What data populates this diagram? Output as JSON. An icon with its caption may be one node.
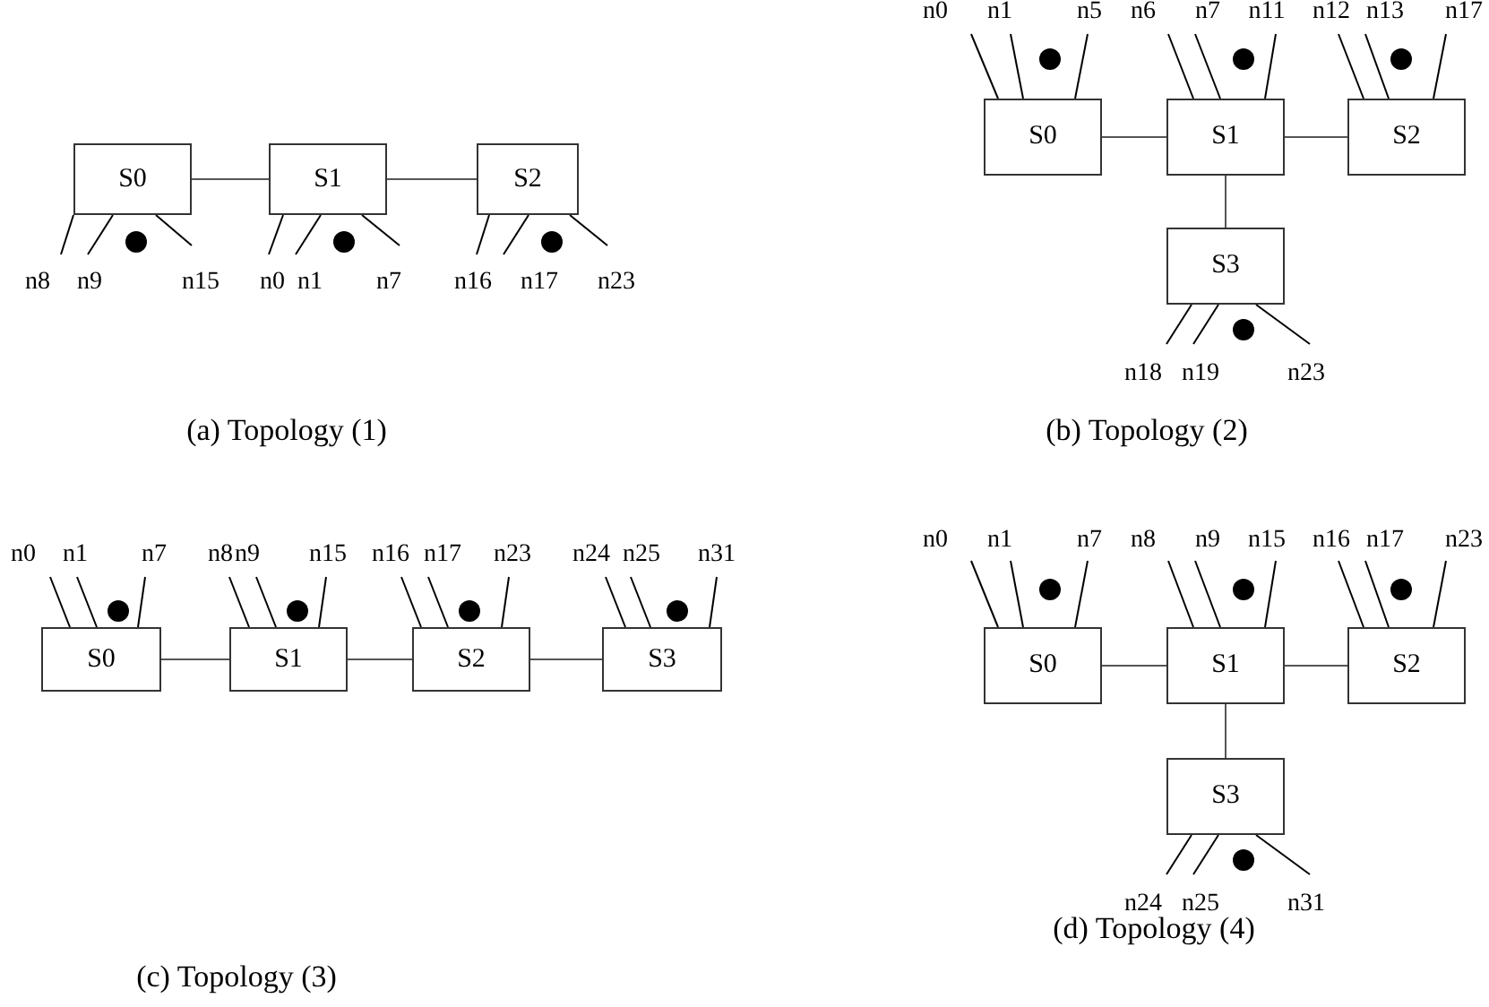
{
  "diagram": {
    "nodes": [
      {
        "text": [
          "S0"
        ]
      },
      {
        "text": [
          "S1"
        ]
      },
      {
        "text": [
          "S2"
        ]
      },
      {
        "text": [
          "n8"
        ]
      },
      {
        "text": [
          "n9"
        ]
      },
      {
        "text": [
          "n15"
        ]
      },
      {
        "text": [
          "n0"
        ]
      },
      {
        "text": [
          "n1"
        ]
      },
      {
        "text": [
          "n7"
        ]
      },
      {
        "text": [
          "n16"
        ]
      },
      {
        "text": [
          "n17"
        ]
      },
      {
        "text": [
          "n23"
        ]
      },
      {
        "text": [
          "S0"
        ]
      },
      {
        "text": [
          "S1"
        ]
      },
      {
        "text": [
          "S2"
        ]
      },
      {
        "text": [
          "S3"
        ]
      },
      {
        "text": [
          "n0"
        ]
      },
      {
        "text": [
          "n1"
        ]
      },
      {
        "text": [
          "n5"
        ]
      },
      {
        "text": [
          "n6"
        ]
      },
      {
        "text": [
          "n7"
        ]
      },
      {
        "text": [
          "n11"
        ]
      },
      {
        "text": [
          "n12"
        ]
      },
      {
        "text": [
          "n13"
        ]
      },
      {
        "text": [
          "n17"
        ]
      },
      {
        "text": [
          "n18"
        ]
      },
      {
        "text": [
          "n19"
        ]
      },
      {
        "text": [
          "n23"
        ]
      },
      {
        "text": [
          "S0"
        ]
      },
      {
        "text": [
          "S1"
        ]
      },
      {
        "text": [
          "S2"
        ]
      },
      {
        "text": [
          "S3"
        ]
      },
      {
        "text": [
          "n0"
        ]
      },
      {
        "text": [
          "n1"
        ]
      },
      {
        "text": [
          "n7"
        ]
      },
      {
        "text": [
          "n8"
        ]
      },
      {
        "text": [
          "n9"
        ]
      },
      {
        "text": [
          "n15"
        ]
      },
      {
        "text": [
          "n16"
        ]
      },
      {
        "text": [
          "n17"
        ]
      },
      {
        "text": [
          "n23"
        ]
      },
      {
        "text": [
          "n24"
        ]
      },
      {
        "text": [
          "n25"
        ]
      },
      {
        "text": [
          "n31"
        ]
      },
      {
        "text": [
          "S0"
        ]
      },
      {
        "text": [
          "S1"
        ]
      },
      {
        "text": [
          "S2"
        ]
      },
      {
        "text": [
          "S3"
        ]
      },
      {
        "text": [
          "n0"
        ]
      },
      {
        "text": [
          "n1"
        ]
      },
      {
        "text": [
          "n7"
        ]
      },
      {
        "text": [
          "n8"
        ]
      },
      {
        "text": [
          "n9"
        ]
      },
      {
        "text": [
          "n15"
        ]
      },
      {
        "text": [
          "n16"
        ]
      },
      {
        "text": [
          "n17"
        ]
      },
      {
        "text": [
          "n23"
        ]
      },
      {
        "text": [
          "n24"
        ]
      },
      {
        "text": [
          "n25"
        ]
      },
      {
        "text": [
          "n31"
        ]
      }
    ],
    "edges": [
      {
        "from": 0,
        "to": 1,
        "arrow": "none"
      },
      {
        "from": 1,
        "to": 2,
        "arrow": "none"
      },
      {
        "from": 3,
        "to": 0,
        "arrow": "none"
      },
      {
        "from": 4,
        "to": 0,
        "arrow": "none"
      },
      {
        "from": 5,
        "to": 0,
        "arrow": "none"
      },
      {
        "from": 6,
        "to": 1,
        "arrow": "none"
      },
      {
        "from": 7,
        "to": 1,
        "arrow": "none"
      },
      {
        "from": 8,
        "to": 1,
        "arrow": "none"
      },
      {
        "from": 9,
        "to": 2,
        "arrow": "none"
      },
      {
        "from": 10,
        "to": 2,
        "arrow": "none"
      },
      {
        "from": 11,
        "to": 2,
        "arrow": "none"
      },
      {
        "from": 12,
        "to": 13,
        "arrow": "none"
      },
      {
        "from": 13,
        "to": 14,
        "arrow": "none"
      },
      {
        "from": 13,
        "to": 15,
        "arrow": "none"
      },
      {
        "from": 16,
        "to": 12,
        "arrow": "none"
      },
      {
        "from": 17,
        "to": 12,
        "arrow": "none"
      },
      {
        "from": 18,
        "to": 12,
        "arrow": "none"
      },
      {
        "from": 19,
        "to": 13,
        "arrow": "none"
      },
      {
        "from": 20,
        "to": 13,
        "arrow": "none"
      },
      {
        "from": 21,
        "to": 13,
        "arrow": "none"
      },
      {
        "from": 22,
        "to": 14,
        "arrow": "none"
      },
      {
        "from": 23,
        "to": 14,
        "arrow": "none"
      },
      {
        "from": 24,
        "to": 14,
        "arrow": "none"
      },
      {
        "from": 25,
        "to": 15,
        "arrow": "none"
      },
      {
        "from": 26,
        "to": 15,
        "arrow": "none"
      },
      {
        "from": 27,
        "to": 15,
        "arrow": "none"
      },
      {
        "from": 28,
        "to": 29,
        "arrow": "none"
      },
      {
        "from": 29,
        "to": 30,
        "arrow": "none"
      },
      {
        "from": 30,
        "to": 31,
        "arrow": "none"
      },
      {
        "from": 32,
        "to": 28,
        "arrow": "none"
      },
      {
        "from": 33,
        "to": 28,
        "arrow": "none"
      },
      {
        "from": 34,
        "to": 28,
        "arrow": "none"
      },
      {
        "from": 35,
        "to": 29,
        "arrow": "none"
      },
      {
        "from": 36,
        "to": 29,
        "arrow": "none"
      },
      {
        "from": 37,
        "to": 29,
        "arrow": "none"
      },
      {
        "from": 38,
        "to": 30,
        "arrow": "none"
      },
      {
        "from": 39,
        "to": 30,
        "arrow": "none"
      },
      {
        "from": 40,
        "to": 30,
        "arrow": "none"
      },
      {
        "from": 41,
        "to": 31,
        "arrow": "none"
      },
      {
        "from": 42,
        "to": 31,
        "arrow": "none"
      },
      {
        "from": 43,
        "to": 31,
        "arrow": "none"
      },
      {
        "from": 44,
        "to": 45,
        "arrow": "none"
      },
      {
        "from": 45,
        "to": 46,
        "arrow": "none"
      },
      {
        "from": 45,
        "to": 47,
        "arrow": "none"
      },
      {
        "from": 48,
        "to": 44,
        "arrow": "none"
      },
      {
        "from": 49,
        "to": 44,
        "arrow": "none"
      },
      {
        "from": 50,
        "to": 44,
        "arrow": "none"
      },
      {
        "from": 51,
        "to": 45,
        "arrow": "none"
      },
      {
        "from": 52,
        "to": 45,
        "arrow": "none"
      },
      {
        "from": 53,
        "to": 45,
        "arrow": "none"
      },
      {
        "from": 54,
        "to": 46,
        "arrow": "none"
      },
      {
        "from": 55,
        "to": 46,
        "arrow": "none"
      },
      {
        "from": 56,
        "to": 46,
        "arrow": "none"
      },
      {
        "from": 57,
        "to": 47,
        "arrow": "none"
      },
      {
        "from": 58,
        "to": 47,
        "arrow": "none"
      },
      {
        "from": 59,
        "to": 47,
        "arrow": "none"
      }
    ],
    "labels": [
      "(a) Topology (1)",
      "(b) Topology (2)",
      "(c) Topology (3)",
      "(d) Topology (4)"
    ]
  }
}
